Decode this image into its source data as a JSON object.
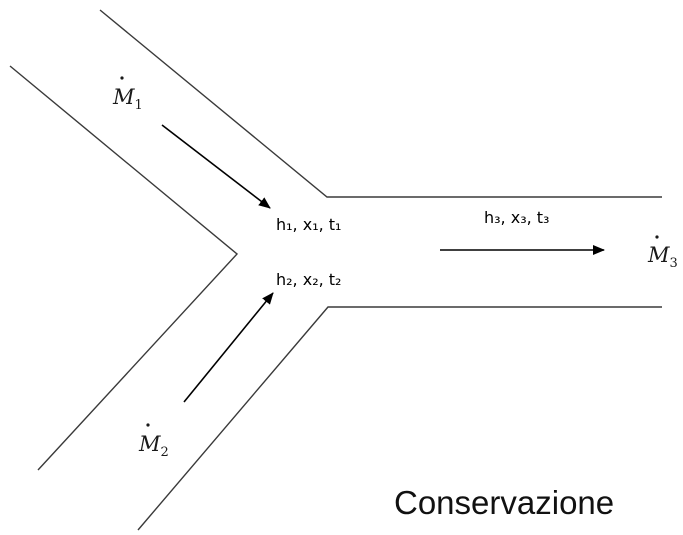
{
  "diagram": {
    "inlet_1": {
      "mass_flow_symbol": "M",
      "mass_flow_subscript": "1",
      "state_text": "h₁, x₁, t₁"
    },
    "inlet_2": {
      "mass_flow_symbol": "M",
      "mass_flow_subscript": "2",
      "state_text": "h₂, x₂, t₂"
    },
    "outlet_3": {
      "mass_flow_symbol": "M",
      "mass_flow_subscript": "3",
      "state_text": "h₃, x₃, t₃"
    }
  },
  "footer": {
    "caption": "Conservazione"
  }
}
